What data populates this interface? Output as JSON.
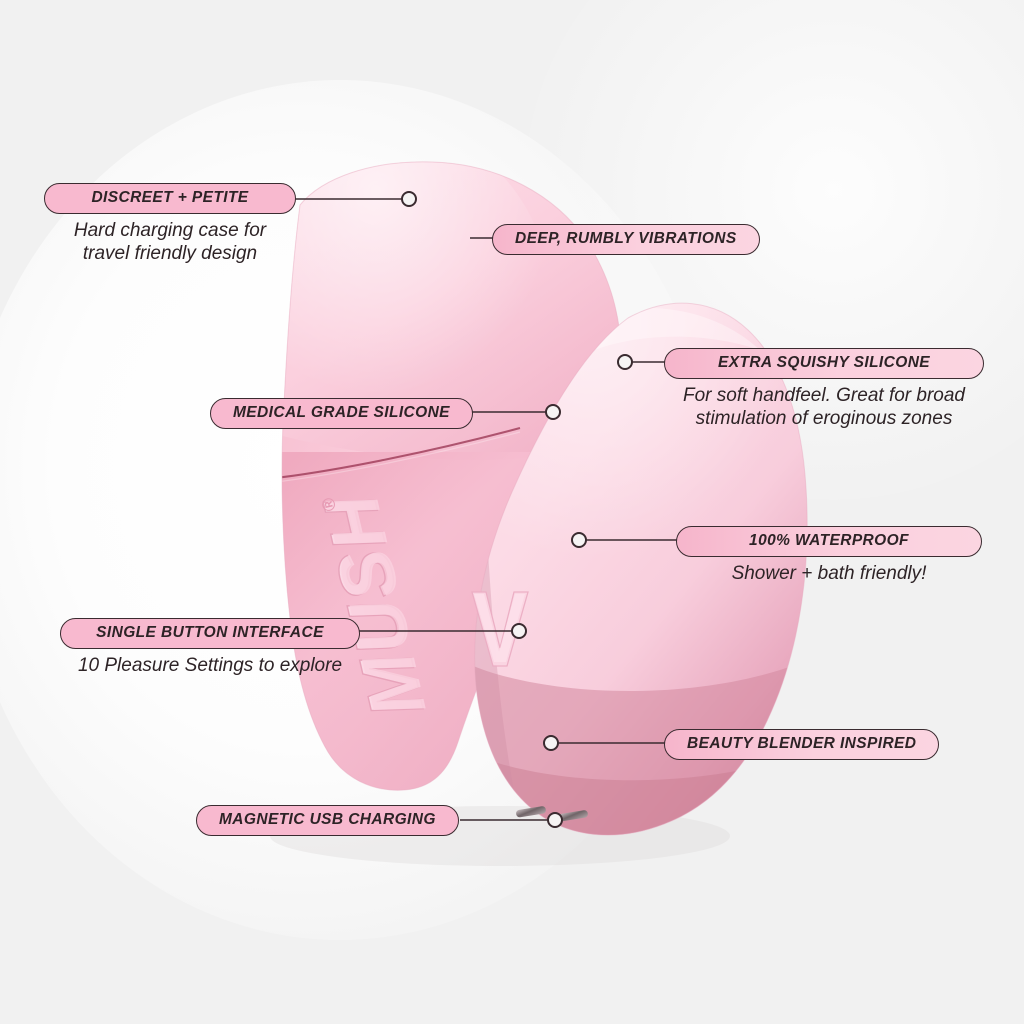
{
  "page": {
    "background_color": "#f1f1f1",
    "accent_pink": "#f8b9cf",
    "outline_color": "#3a2b30",
    "text_color": "#2d2326"
  },
  "product": {
    "brand_emboss": "MUSH",
    "brand_emboss_mark": "®",
    "button_emboss": "V",
    "case_color": "#f5b8cb",
    "device_color": "#fbdce6",
    "device_shadow_color": "#d4899f",
    "charging_pin_color": "#9a8f92"
  },
  "callouts": [
    {
      "id": "discreet",
      "title": "DISCREET + PETITE",
      "subtitle": "Hard charging case for\ntravel friendly design"
    },
    {
      "id": "deep",
      "title": "DEEP, RUMBLY VIBRATIONS",
      "subtitle": ""
    },
    {
      "id": "medical",
      "title": "MEDICAL GRADE SILICONE",
      "subtitle": ""
    },
    {
      "id": "squishy",
      "title": "EXTRA SQUISHY SILICONE",
      "subtitle": "For soft handfeel. Great for broad\nstimulation of eroginous zones"
    },
    {
      "id": "waterproof",
      "title": "100% WATERPROOF",
      "subtitle": "Shower + bath friendly!"
    },
    {
      "id": "single",
      "title": "SINGLE BUTTON INTERFACE",
      "subtitle": "10 Pleasure Settings to explore"
    },
    {
      "id": "beauty",
      "title": "BEAUTY BLENDER INSPIRED",
      "subtitle": ""
    },
    {
      "id": "magnetic",
      "title": "MAGNETIC USB CHARGING",
      "subtitle": ""
    }
  ]
}
